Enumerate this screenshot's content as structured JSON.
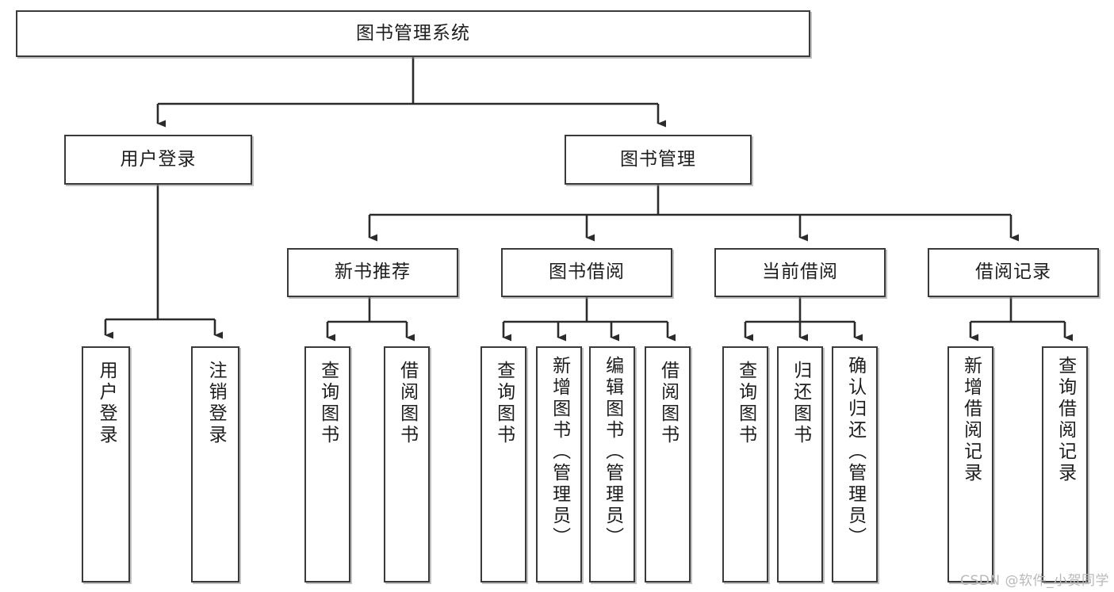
{
  "diagram": {
    "title_node": {
      "label": "图书管理系统"
    },
    "level1": [
      {
        "label": "用户登录"
      },
      {
        "label": "图书管理"
      }
    ],
    "level2": [
      {
        "label": "新书推荐"
      },
      {
        "label": "图书借阅"
      },
      {
        "label": "当前借阅"
      },
      {
        "label": "借阅记录"
      }
    ],
    "leaves": {
      "user_login": [
        {
          "label": "用户登录"
        },
        {
          "label": "注销登录"
        }
      ],
      "new_book_recommend": [
        {
          "label": "查询图书"
        },
        {
          "label": "借阅图书"
        }
      ],
      "book_borrow": [
        {
          "label": "查询图书"
        },
        {
          "label": "新增图书（管理员）"
        },
        {
          "label": "编辑图书（管理员）"
        },
        {
          "label": "借阅图书"
        }
      ],
      "current_borrow": [
        {
          "label": "查询图书"
        },
        {
          "label": "归还图书"
        },
        {
          "label": "确认归还（管理员）"
        }
      ],
      "borrow_record": [
        {
          "label": "新增借阅记录"
        },
        {
          "label": "查询借阅记录"
        }
      ]
    }
  },
  "watermark": {
    "text": "CSDN @软件_小贺同学"
  },
  "colors": {
    "box_border": "#3a3a3a",
    "connector": "#2b2b2b",
    "text": "#1d1d1d",
    "background": "#ffffff",
    "watermark": "#b9b9b9"
  }
}
